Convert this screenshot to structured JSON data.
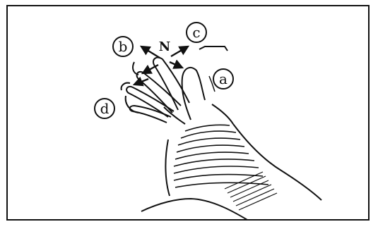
{
  "labels": {
    "n": "N",
    "a": "a",
    "b": "b",
    "c": "c",
    "d": "d"
  },
  "colors": {
    "ink": "#111111",
    "background": "#ffffff"
  }
}
